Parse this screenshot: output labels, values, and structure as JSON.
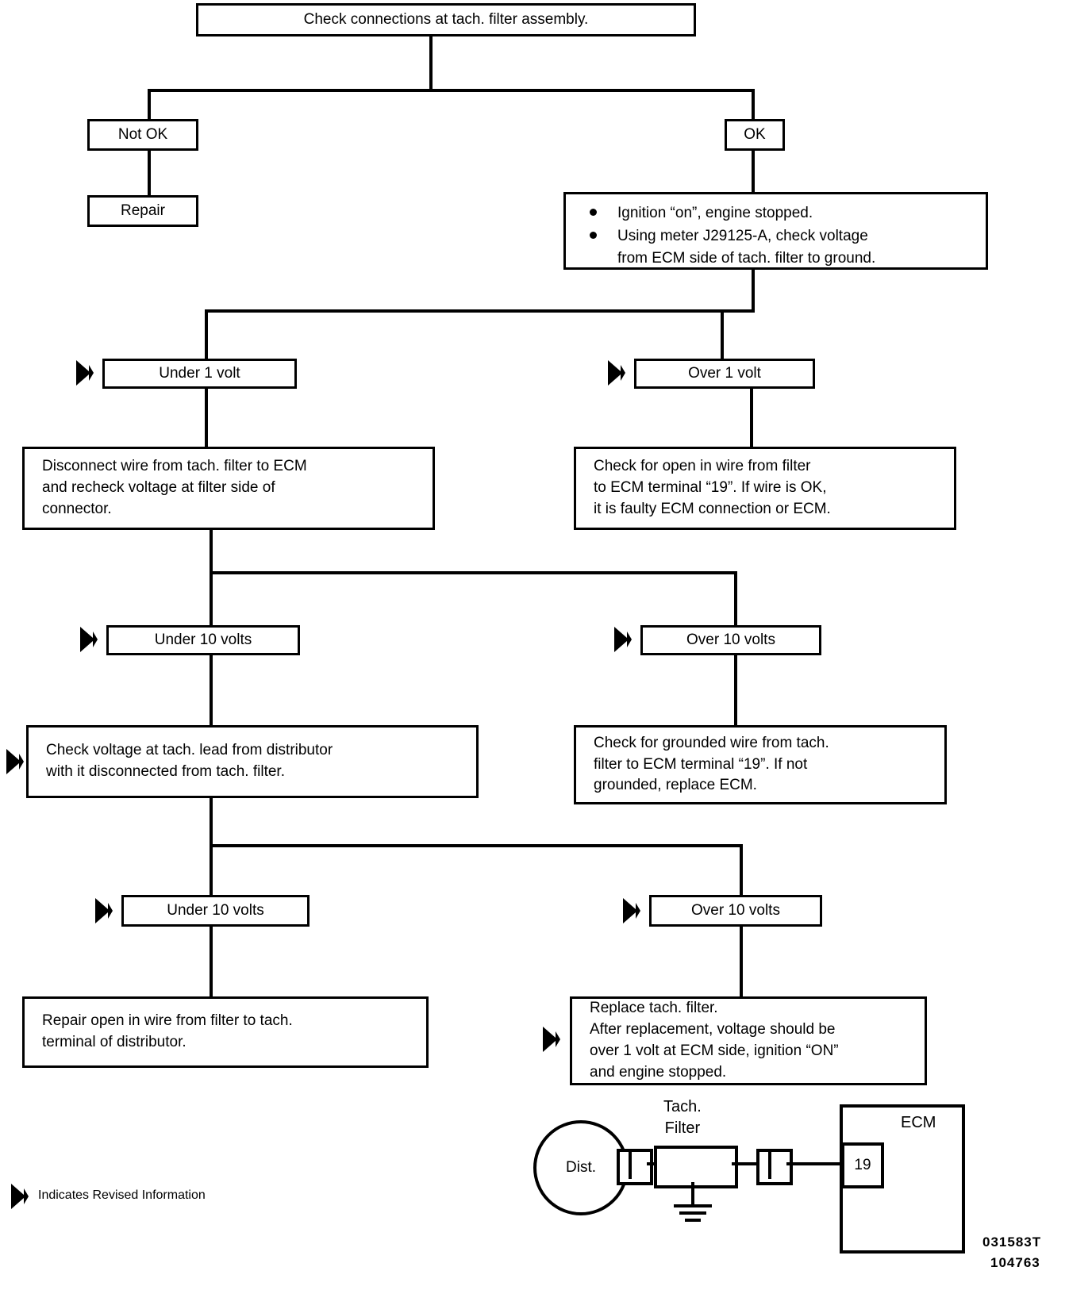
{
  "document": {
    "type": "diagnostic-flowchart",
    "title_box": "Check connections at tach. filter assembly.",
    "doc_id_top": "031583T",
    "doc_id_bottom": "104763",
    "footnote": "Indicates Revised Information"
  },
  "nodes": {
    "root": "Check connections at tach. filter assembly.",
    "branch_not_ok": "Not OK",
    "branch_ok": "OK",
    "repair": "Repair",
    "check_bullets": [
      "Ignition “on”, engine stopped.",
      "Using meter J29125-A, check voltage\nfrom ECM side of tach. filter to ground."
    ],
    "under_1_volt": "Under 1 volt",
    "over_1_volt": "Over 1 volt",
    "disconnect_wire": "Disconnect wire from tach. filter to ECM\nand recheck voltage at filter side of\nconnector.",
    "check_open_wire": "Check for open in wire from filter\nto ECM terminal “19”. If wire is OK,\nit is faulty ECM connection or ECM.",
    "under_10_volts_a": "Under 10 volts",
    "over_10_volts_a": "Over 10 volts",
    "check_voltage_tach_lead": "Check voltage at tach. lead from distributor\nwith it disconnected from tach. filter.",
    "check_grounded_wire": "Check for grounded wire from tach.\nfilter to ECM terminal “19”. If not\ngrounded, replace ECM.",
    "under_10_volts_b": "Under 10 volts",
    "over_10_volts_b": "Over 10 volts",
    "repair_open_wire": "Repair open in wire from filter to tach.\nterminal of distributor.",
    "replace_tach_filter": "Replace tach. filter.\nAfter replacement, voltage should be\nover 1 volt at ECM side, ignition “ON”\nand engine stopped."
  },
  "schematic": {
    "distributor_label": "Dist.",
    "filter_label": "Tach.\nFilter",
    "ecm_label": "ECM",
    "terminal_number": "19"
  }
}
